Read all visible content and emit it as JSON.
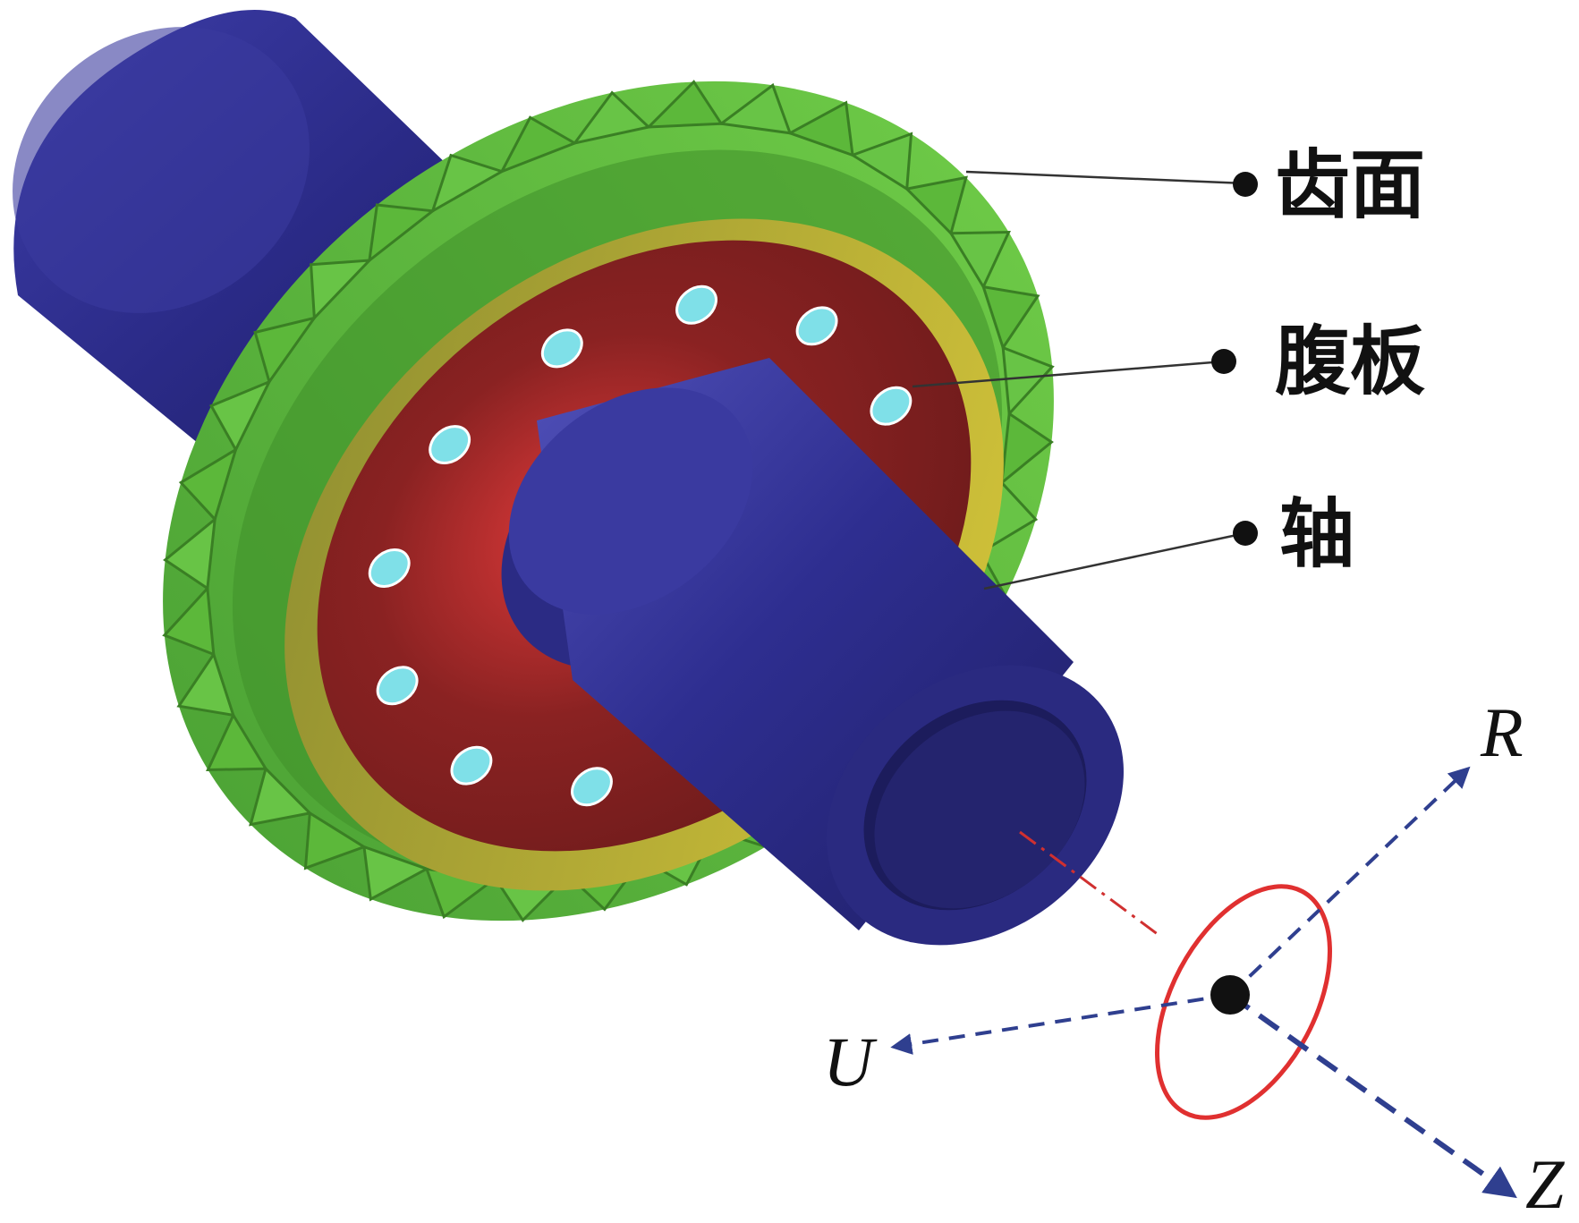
{
  "labels": {
    "tooth_surface": "齿面",
    "web_plate": "腹板",
    "shaft": "轴"
  },
  "axes": {
    "r": "R",
    "u": "U",
    "z": "Z"
  },
  "colors": {
    "gear_teeth": "#5cb83a",
    "gear_teeth_dark": "#3f8f2a",
    "shaft": "#2f2f8f",
    "shaft_light": "#4a4ab0",
    "web": "#7a2020",
    "web_highlight": "#d83030",
    "rim": "#c8b83a",
    "holes": "#7fe0e8",
    "axis_arrows": "#2f3f8f",
    "coord_circle": "#e03030"
  }
}
